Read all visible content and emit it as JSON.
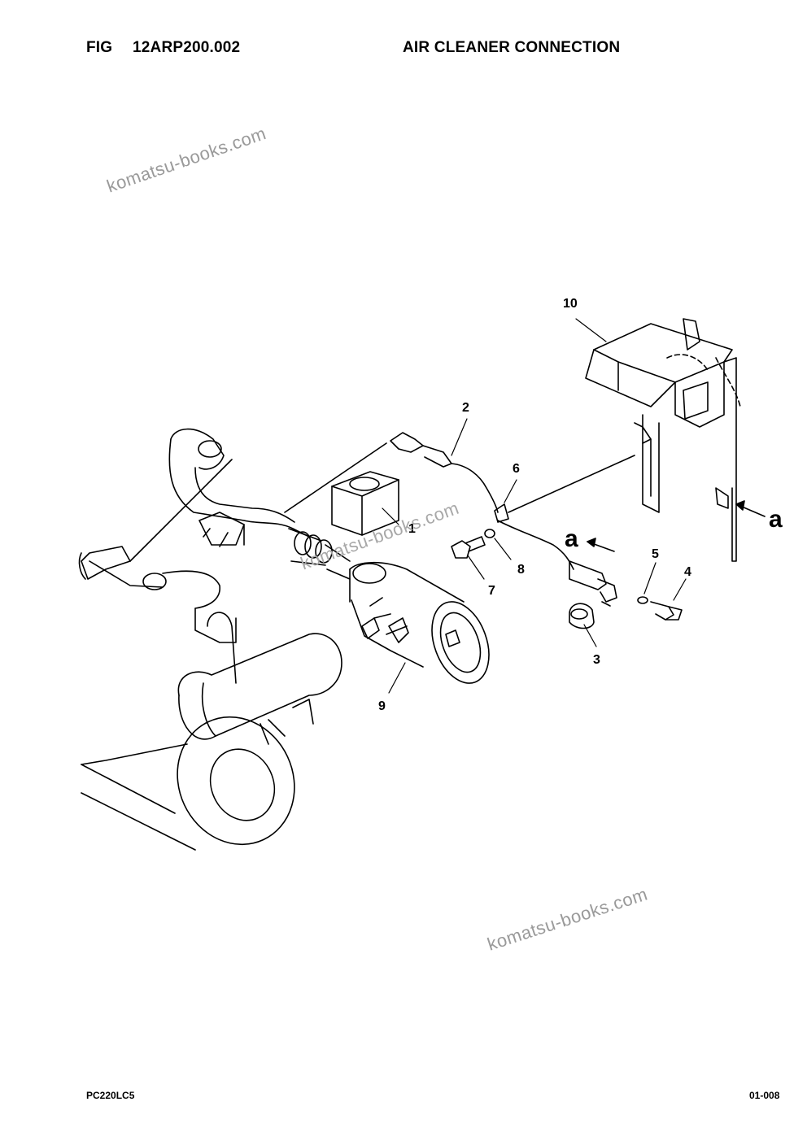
{
  "header": {
    "fig_label": "FIG",
    "fig_number": "12ARP200.002",
    "title": "AIR CLEANER CONNECTION"
  },
  "footer": {
    "model": "PC220LC5",
    "page": "01-008"
  },
  "watermark": "komatsu-books.com",
  "callouts": [
    "1",
    "2",
    "3",
    "4",
    "5",
    "6",
    "7",
    "8",
    "9",
    "10"
  ],
  "view_marker": "a"
}
